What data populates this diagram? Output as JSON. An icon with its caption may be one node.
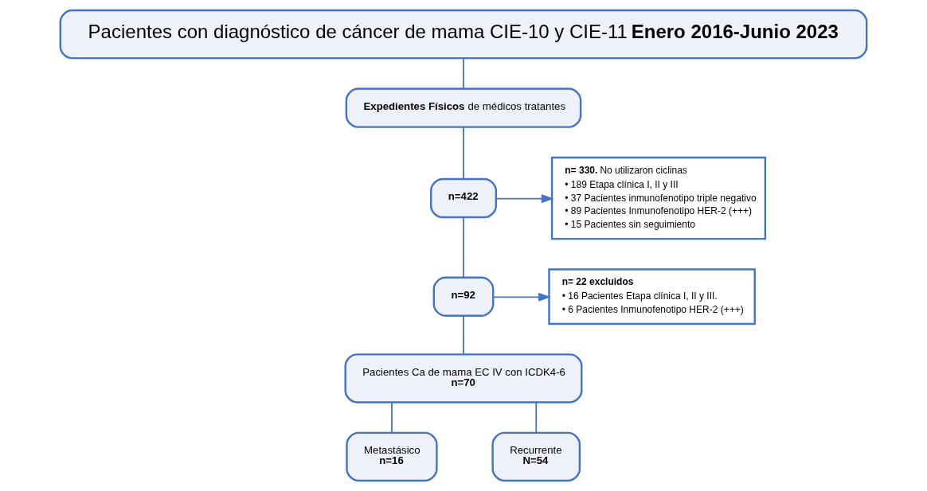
{
  "diagram": {
    "nodes": [
      {
        "text": [
          "Pacientes con diagnóstico de cáncer de mama CIE-10 y CIE-11 **Enero 2016-Junio 2023**"
        ]
      },
      {
        "text": [
          "**Expedientes Físicos** de médicos tratantes"
        ]
      },
      {
        "text": [
          "**n=422**"
        ]
      },
      {
        "text": [
          "**n=92**"
        ]
      },
      {
        "text": [
          "Pacientes Ca de mama EC IV con ICDK4-6",
          "**n=70**"
        ]
      },
      {
        "text": [
          "Metastásico",
          "**n=16**"
        ]
      },
      {
        "text": [
          "Recurrente",
          "**N=54**"
        ]
      },
      {
        "text": [
          "**n= 330.** No utilizaron ciclinas",
          "• 189 Etapa clínica I, II y III",
          "• 37 Pacientes inmunofenotipo triple negativo",
          "• 89 Pacientes Inmunofenotipo HER-2 (+++)",
          "• 15 Pacientes sin seguimiento"
        ]
      },
      {
        "text": [
          "**n= 22 excluidos**",
          "• 16 Pacientes Etapa clínica I, II y III.",
          "• 6 Pacientes Inmunofenotipo HER-2 (+++)"
        ]
      }
    ],
    "edges": [
      {
        "from": 0,
        "to": 1,
        "arrow": "none"
      },
      {
        "from": 1,
        "to": 2,
        "arrow": "none"
      },
      {
        "from": 2,
        "to": 3,
        "arrow": "none"
      },
      {
        "from": 3,
        "to": 4,
        "arrow": "none"
      },
      {
        "from": 4,
        "to": 5,
        "arrow": "none"
      },
      {
        "from": 4,
        "to": 6,
        "arrow": "none"
      },
      {
        "from": 2,
        "to": 7,
        "arrow": "to"
      },
      {
        "from": 3,
        "to": 8,
        "arrow": "to"
      }
    ]
  }
}
